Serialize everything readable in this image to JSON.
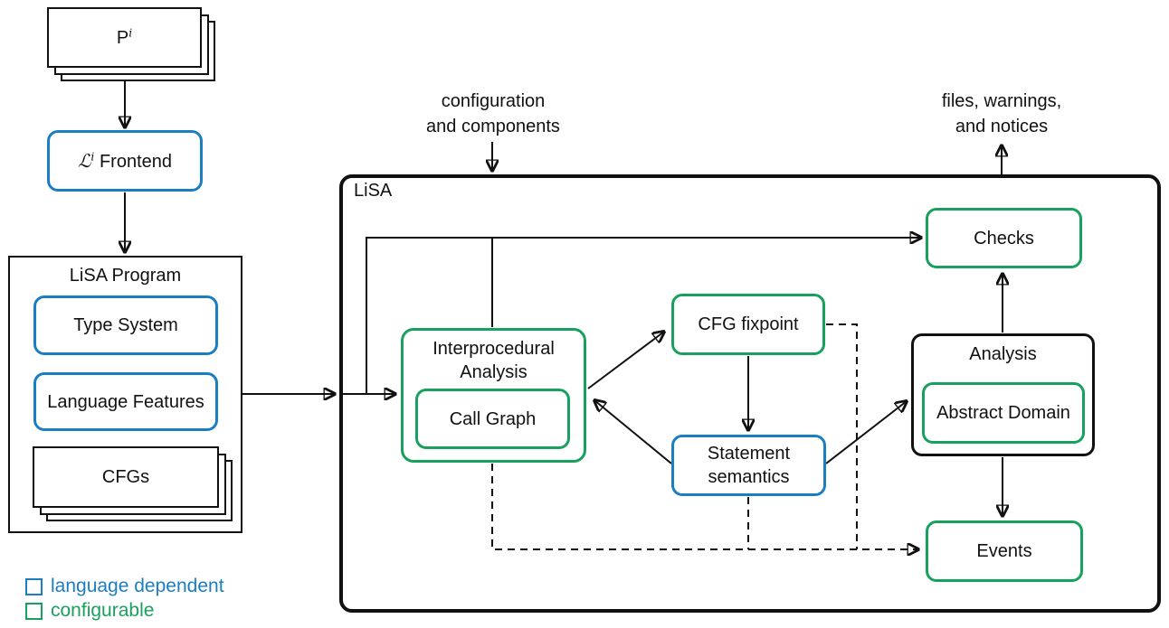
{
  "colors": {
    "blue": "#1b7ec2",
    "green": "#18a15c",
    "ink": "#111111"
  },
  "external": {
    "programs_base": "P",
    "programs_sup": "i",
    "frontend_script": "ℒ",
    "frontend_sup": "i",
    "frontend_label": "Frontend",
    "config_line1": "configuration",
    "config_line2": "and components",
    "output_line1": "files, warnings,",
    "output_line2": "and notices"
  },
  "lisa_program": {
    "title": "LiSA Program",
    "type_system": "Type System",
    "language_features": "Language Features",
    "cfgs": "CFGs"
  },
  "lisa": {
    "title": "LiSA",
    "interprocedural_title": "Interprocedural Analysis",
    "call_graph": "Call Graph",
    "cfg_fixpoint": "CFG fixpoint",
    "statement_semantics": "Statement semantics",
    "analysis_title": "Analysis",
    "abstract_domain": "Abstract Domain",
    "checks": "Checks",
    "events": "Events"
  },
  "legend": [
    {
      "label": "language dependent",
      "color": "#1b7ec2"
    },
    {
      "label": "configurable",
      "color": "#18a15c"
    }
  ]
}
